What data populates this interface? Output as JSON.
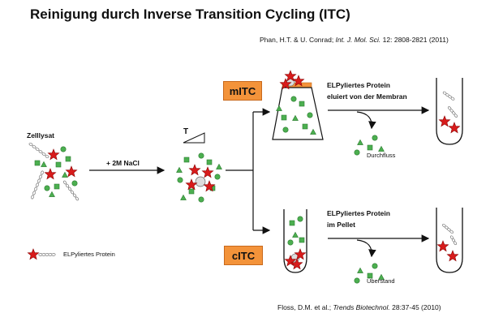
{
  "title": "Reinigung durch Inverse Transition Cycling (ITC)",
  "reference_top": {
    "authors": "Phan, H.T. & U. Conrad; ",
    "journal": "Int. J. Mol. Sci.",
    "details": " 12: 2808-2821 (2011)"
  },
  "reference_bottom": {
    "authors": "Floss, D.M. et al.; ",
    "journal": "Trends Biotechnol.",
    "details": " 28:37-45 (2010)"
  },
  "labels": {
    "lysate": "Zelllysat",
    "nacl": "+ 2M NaCl",
    "temperature": "T",
    "mitc": "mITC",
    "citc": "cITC",
    "mitc_text_1": "ELPyliertes Protein",
    "mitc_text_2": "eluiert von der Membran",
    "citc_text_1": "ELPyliertes Protein",
    "citc_text_2": "im Pellet",
    "flowthrough": "Durchfluss",
    "supernatant": "Überstand",
    "legend": "ELPyliertes Protein"
  },
  "colors": {
    "badge": "#f3933a",
    "green": "#4caf50",
    "green_dark": "#2e7d32",
    "red": "#d81b1b",
    "chain": "#9e9e9e"
  }
}
